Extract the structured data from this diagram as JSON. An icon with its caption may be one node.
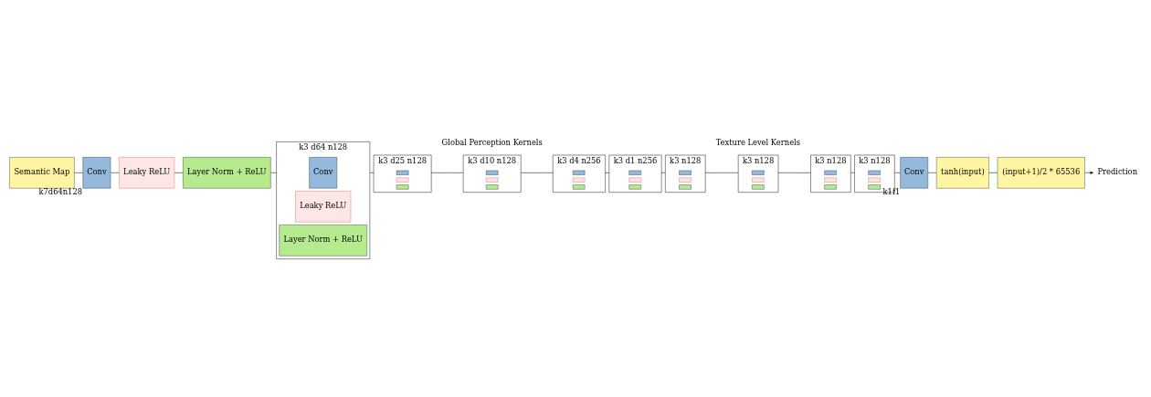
{
  "diagram": {
    "nodes": [
      {
        "text": [
          "Semantic Map"
        ]
      },
      {
        "text": [
          "Conv"
        ],
        "beside": [
          "k7d64n128"
        ]
      },
      {
        "text": [
          "Leaky ReLU"
        ]
      },
      {
        "text": [
          "Layer Norm + ReLU"
        ]
      },
      {
        "text": [],
        "shape": "box",
        "beside": [
          "k3 d64 n128"
        ]
      },
      {
        "text": [
          "Conv"
        ],
        "in": 4
      },
      {
        "text": [
          "Leaky ReLU"
        ],
        "in": 4
      },
      {
        "text": [
          "Layer Norm + ReLU"
        ],
        "in": 4
      },
      {
        "text": [],
        "shape": "box",
        "beside": [
          "k3 d25 n128"
        ]
      },
      {
        "text": [],
        "shape": "bar",
        "in": 8
      },
      {
        "text": [],
        "shape": "bar",
        "in": 8
      },
      {
        "text": [],
        "shape": "bar",
        "in": 8
      },
      {
        "text": [],
        "shape": "box",
        "beside": [
          "k3 d10 n128"
        ]
      },
      {
        "text": [],
        "shape": "bar",
        "in": 12
      },
      {
        "text": [],
        "shape": "bar",
        "in": 12
      },
      {
        "text": [],
        "shape": "bar",
        "in": 12
      },
      {
        "text": [],
        "shape": "box",
        "beside": [
          "k3 d4 n256"
        ]
      },
      {
        "text": [],
        "shape": "bar",
        "in": 16
      },
      {
        "text": [],
        "shape": "bar",
        "in": 16
      },
      {
        "text": [],
        "shape": "bar",
        "in": 16
      },
      {
        "text": [],
        "shape": "box",
        "beside": [
          "k3 d1 n256"
        ]
      },
      {
        "text": [],
        "shape": "bar",
        "in": 20
      },
      {
        "text": [],
        "shape": "bar",
        "in": 20
      },
      {
        "text": [],
        "shape": "bar",
        "in": 20
      },
      {
        "text": [],
        "shape": "box",
        "beside": [
          "k3 n128"
        ]
      },
      {
        "text": [],
        "shape": "bar",
        "in": 24
      },
      {
        "text": [],
        "shape": "bar",
        "in": 24
      },
      {
        "text": [],
        "shape": "bar",
        "in": 24
      },
      {
        "text": [],
        "shape": "box",
        "beside": [
          "k3 n128"
        ]
      },
      {
        "text": [],
        "shape": "bar",
        "in": 28
      },
      {
        "text": [],
        "shape": "bar",
        "in": 28
      },
      {
        "text": [],
        "shape": "bar",
        "in": 28
      },
      {
        "text": [],
        "shape": "box",
        "beside": [
          "k3 n128"
        ]
      },
      {
        "text": [],
        "shape": "bar",
        "in": 32
      },
      {
        "text": [],
        "shape": "bar",
        "in": 32
      },
      {
        "text": [],
        "shape": "bar",
        "in": 32
      },
      {
        "text": [],
        "shape": "box",
        "beside": [
          "k3 n128"
        ]
      },
      {
        "text": [],
        "shape": "bar",
        "in": 36
      },
      {
        "text": [],
        "shape": "bar",
        "in": 36
      },
      {
        "text": [],
        "shape": "bar",
        "in": 36
      },
      {
        "text": [
          "Conv"
        ],
        "beside": [
          "k1f1"
        ]
      },
      {
        "text": [
          "tanh(input)"
        ]
      },
      {
        "text": [
          "(input+1)/2 * 65536"
        ]
      },
      {
        "text": [
          "Prediction"
        ]
      }
    ],
    "edges": [
      {
        "from": 0,
        "to": 1,
        "arrow": "none"
      },
      {
        "from": 1,
        "to": 2,
        "arrow": "none"
      },
      {
        "from": 2,
        "to": 3,
        "arrow": "none"
      },
      {
        "from": 3,
        "to": 4,
        "arrow": "none"
      },
      {
        "from": 4,
        "to": 8,
        "arrow": "none"
      },
      {
        "from": 8,
        "to": 12,
        "arrow": "none"
      },
      {
        "from": 12,
        "to": 16,
        "arrow": "none"
      },
      {
        "from": 16,
        "to": 20,
        "arrow": "none"
      },
      {
        "from": 20,
        "to": 24,
        "arrow": "none"
      },
      {
        "from": 24,
        "to": 28,
        "arrow": "none"
      },
      {
        "from": 28,
        "to": 32,
        "arrow": "none"
      },
      {
        "from": 32,
        "to": 36,
        "arrow": "none"
      },
      {
        "from": 36,
        "to": 40,
        "arrow": "none"
      },
      {
        "from": 40,
        "to": 41,
        "arrow": "none"
      },
      {
        "from": 41,
        "to": 42,
        "arrow": "none"
      },
      {
        "from": 42,
        "to": 43,
        "arrow": "to"
      }
    ],
    "labels": [
      "Global Perception Kernels",
      "Texture Level Kernels"
    ]
  }
}
